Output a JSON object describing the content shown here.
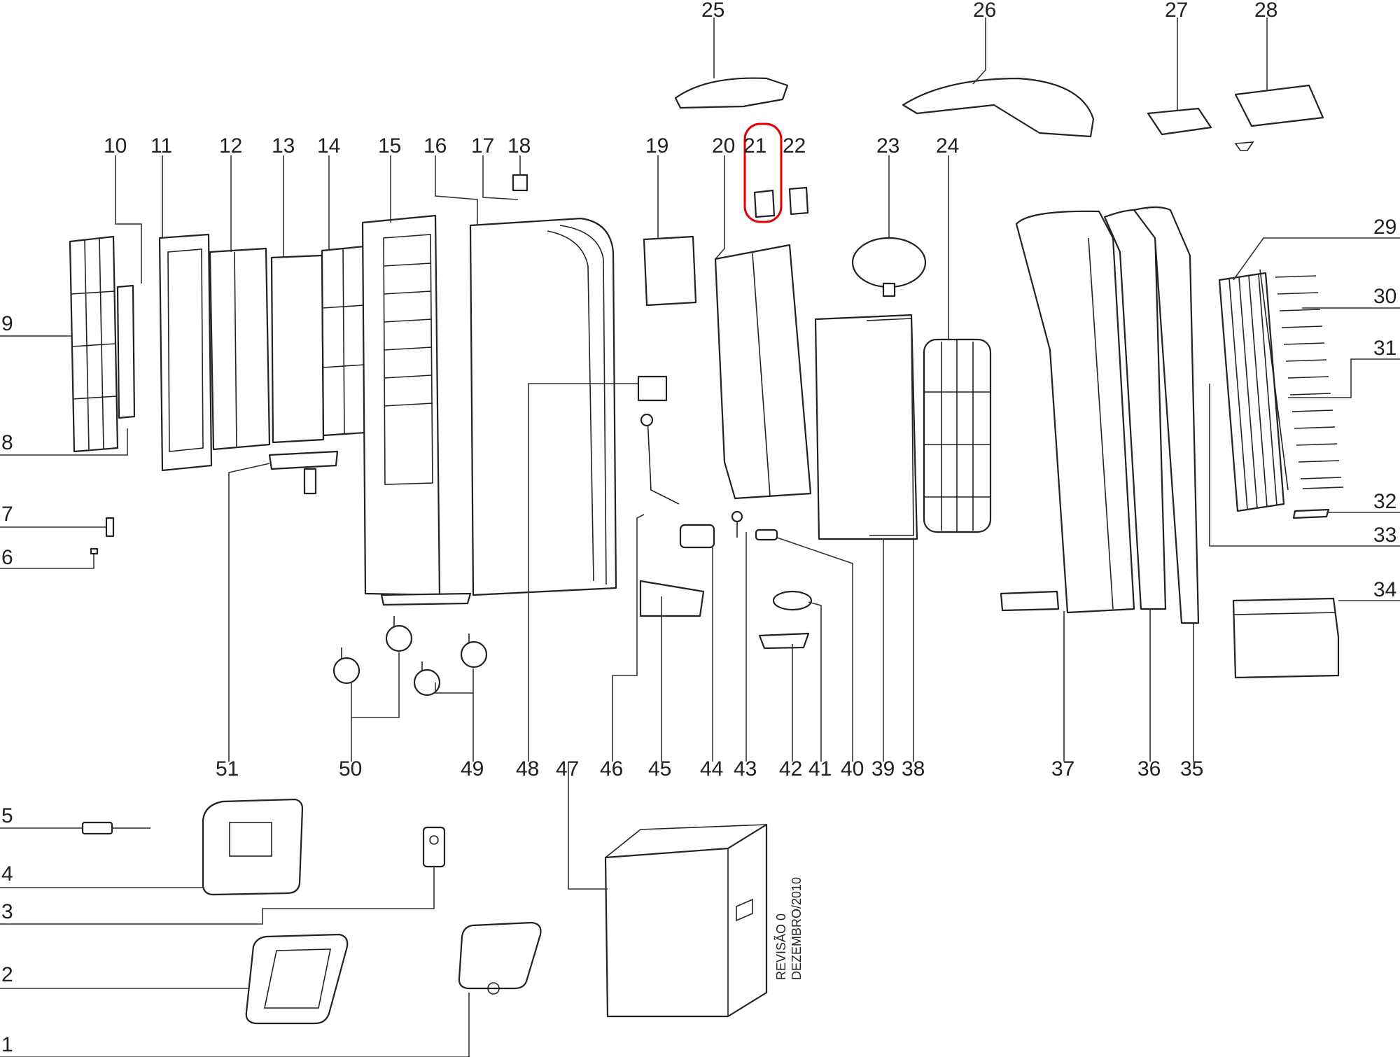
{
  "labels": {
    "n1": "1",
    "n2": "2",
    "n3": "3",
    "n4": "4",
    "n5": "5",
    "n6": "6",
    "n7": "7",
    "n8": "8",
    "n9": "9",
    "n10": "10",
    "n11": "11",
    "n12": "12",
    "n13": "13",
    "n14": "14",
    "n15": "15",
    "n16": "16",
    "n17": "17",
    "n18": "18",
    "n19": "19",
    "n20": "20",
    "n21": "21",
    "n22": "22",
    "n23": "23",
    "n24": "24",
    "n25": "25",
    "n26": "26",
    "n27": "27",
    "n28": "28",
    "n29": "29",
    "n30": "30",
    "n31": "31",
    "n32": "32",
    "n33": "33",
    "n34": "34",
    "n35": "35",
    "n36": "36",
    "n37": "37",
    "n38": "38",
    "n39": "39",
    "n40": "40",
    "n41": "41",
    "n42": "42",
    "n43": "43",
    "n44": "44",
    "n45": "45",
    "n46": "46",
    "n47": "47",
    "n48": "48",
    "n49": "49",
    "n50": "50",
    "n51": "51"
  },
  "revision": {
    "line1": "REVISÃO 0",
    "line2": "DEZEMBRO/2010"
  },
  "highlight": {
    "color": "#e00000",
    "part": "21"
  }
}
